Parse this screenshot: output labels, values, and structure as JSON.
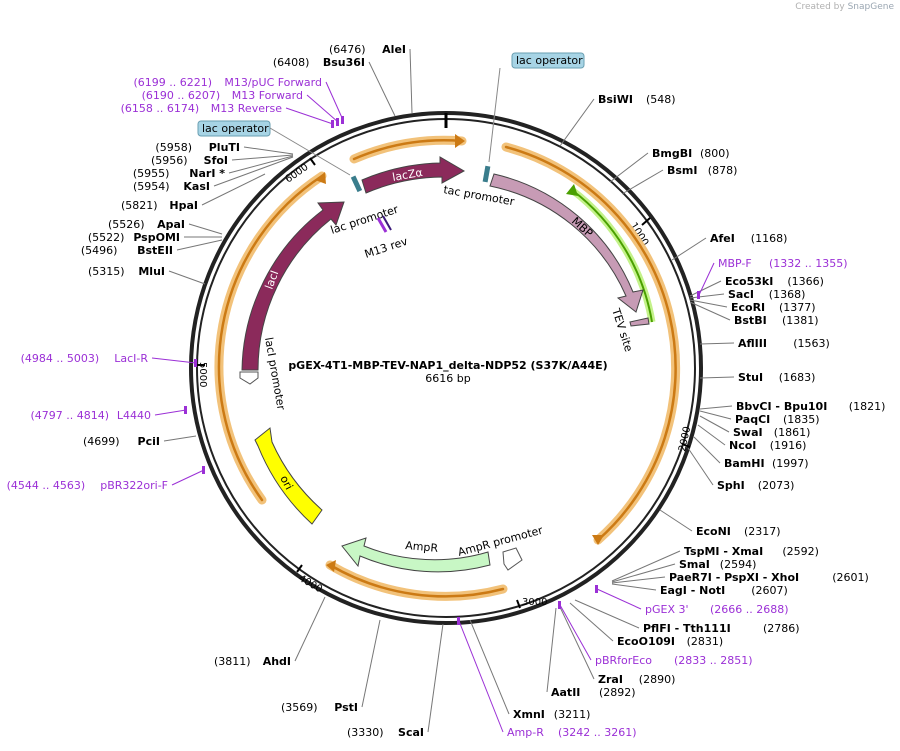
{
  "credit": {
    "prefix": "Created by",
    "brand": "SnapGene"
  },
  "plasmid": {
    "name": "pGEX-4T1-MBP-TEV-NAP1_delta-NDP52 (S37K/A44E)",
    "size_label": "6616 bp",
    "length": 6616
  },
  "ticks": [
    "1000",
    "2000",
    "3000",
    "4000",
    "5000",
    "6000"
  ],
  "features": {
    "lacZa": "lacZα",
    "lacI": "lacI",
    "ori": "ori",
    "AmpR": "AmpR",
    "MBP": "MBP",
    "tac_promoter": "tac promoter",
    "lac_promoter": "lac promoter",
    "lacI_promoter": "lacI promoter",
    "AmpR_promoter": "AmpR promoter",
    "TEV_site": "TEV site",
    "M13_rev": "M13 rev",
    "lac_operator_1": "lac operator",
    "lac_operator_2": "lac operator"
  },
  "colors": {
    "lacZa": "#8b2a5b",
    "lacI": "#8b2a5b",
    "MBP": "#c79bb5",
    "ori": "#ffff00",
    "AmpR": "#c8f7c5",
    "primer": "#9b30d6",
    "orange": "#e8a33c",
    "green": "#5cb800",
    "badge": "#a7d4e5"
  },
  "right_labels": [
    {
      "id": "BsiWI",
      "name": "BsiWI",
      "pos": "(548)"
    },
    {
      "id": "BmgBI",
      "name": "BmgBI",
      "pos": "(800)"
    },
    {
      "id": "BsmI",
      "name": "BsmI",
      "pos": "(878)"
    },
    {
      "id": "AfeI",
      "name": "AfeI",
      "pos": "(1168)"
    },
    {
      "id": "Eco53kI",
      "name": "Eco53kI",
      "pos": "(1366)"
    },
    {
      "id": "SacI",
      "name": "SacI",
      "pos": "(1368)"
    },
    {
      "id": "EcoRI",
      "name": "EcoRI",
      "pos": "(1377)"
    },
    {
      "id": "BstBI",
      "name": "BstBI",
      "pos": "(1381)"
    },
    {
      "id": "AflIII",
      "name": "AflIII",
      "pos": "(1563)"
    },
    {
      "id": "StuI",
      "name": "StuI",
      "pos": "(1683)"
    },
    {
      "id": "BbvCI",
      "name": "BbvCI",
      "name2": "Bpu10I",
      "pos": "(1821)"
    },
    {
      "id": "PaqCI",
      "name": "PaqCI",
      "pos": "(1835)"
    },
    {
      "id": "SwaI",
      "name": "SwaI",
      "pos": "(1861)"
    },
    {
      "id": "NcoI",
      "name": "NcoI",
      "pos": "(1916)"
    },
    {
      "id": "BamHI",
      "name": "BamHI",
      "pos": "(1997)"
    },
    {
      "id": "SphI",
      "name": "SphI",
      "pos": "(2073)"
    },
    {
      "id": "EcoNI",
      "name": "EcoNI",
      "pos": "(2317)"
    },
    {
      "id": "TspMI",
      "name": "TspMI",
      "name2": "XmaI",
      "pos": "(2592)"
    },
    {
      "id": "SmaI",
      "name": "SmaI",
      "pos": "(2594)"
    },
    {
      "id": "PaeR7I",
      "name": "PaeR7I",
      "name2": "PspXI",
      "name3": "XhoI",
      "pos": "(2601)"
    },
    {
      "id": "EagI",
      "name": "EagI",
      "name2": "NotI",
      "pos": "(2607)"
    },
    {
      "id": "PflFI",
      "name": "PflFI",
      "name2": "Tth111I",
      "pos": "(2786)"
    },
    {
      "id": "EcoO109I",
      "name": "EcoO109I",
      "pos": "(2831)"
    },
    {
      "id": "ZraI",
      "name": "ZraI",
      "pos": "(2890)"
    },
    {
      "id": "AatII",
      "name": "AatII",
      "pos": "(2892)"
    },
    {
      "id": "XmnI",
      "name": "XmnI",
      "pos": "(3211)"
    }
  ],
  "right_primers": [
    {
      "id": "MBP-F",
      "name": "MBP-F",
      "pos": "(1332 .. 1355)"
    },
    {
      "id": "pGEX3",
      "name": "pGEX 3'",
      "pos": "(2666 .. 2688)"
    },
    {
      "id": "pBRforEco",
      "name": "pBRforEco",
      "pos": "(2833 .. 2851)"
    },
    {
      "id": "Amp-R",
      "name": "Amp-R",
      "pos": "(3242 .. 3261)"
    }
  ],
  "left_labels": [
    {
      "id": "AleI",
      "name": "AleI",
      "pos": "(6476)"
    },
    {
      "id": "Bsu36I",
      "name": "Bsu36I",
      "pos": "(6408)"
    },
    {
      "id": "PluTI",
      "name": "PluTI",
      "pos": "(5958)"
    },
    {
      "id": "SfoI",
      "name": "SfoI",
      "pos": "(5956)"
    },
    {
      "id": "NarI",
      "name": "NarI *",
      "pos": "(5955)"
    },
    {
      "id": "KasI",
      "name": "KasI",
      "pos": "(5954)"
    },
    {
      "id": "HpaI",
      "name": "HpaI",
      "pos": "(5821)"
    },
    {
      "id": "ApaI",
      "name": "ApaI",
      "pos": "(5526)"
    },
    {
      "id": "PspOMI",
      "name": "PspOMI",
      "pos": "(5522)"
    },
    {
      "id": "BstEII",
      "name": "BstEII",
      "pos": "(5496)"
    },
    {
      "id": "MluI",
      "name": "MluI",
      "pos": "(5315)"
    },
    {
      "id": "PciI",
      "name": "PciI",
      "pos": "(4699)"
    },
    {
      "id": "AhdI",
      "name": "AhdI",
      "pos": "(3811)"
    },
    {
      "id": "PstI",
      "name": "PstI",
      "pos": "(3569)"
    },
    {
      "id": "ScaI",
      "name": "ScaI",
      "pos": "(3330)"
    }
  ],
  "left_primers": [
    {
      "id": "M13pUC",
      "name": "M13/pUC Forward",
      "pos": "(6199 .. 6221)"
    },
    {
      "id": "M13F",
      "name": "M13 Forward",
      "pos": "(6190 .. 6207)"
    },
    {
      "id": "M13R",
      "name": "M13 Reverse",
      "pos": "(6158 .. 6174)"
    },
    {
      "id": "LacI-R",
      "name": "LacI-R",
      "pos": "(4984 .. 5003)"
    },
    {
      "id": "L4440",
      "name": "L4440",
      "pos": "(4797 .. 4814)"
    },
    {
      "id": "pBR322ori-F",
      "name": "pBR322ori-F",
      "pos": "(4544 .. 4563)"
    }
  ]
}
